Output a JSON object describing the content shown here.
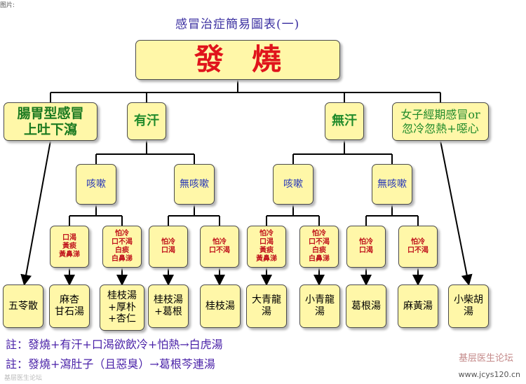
{
  "caption": "图片:",
  "title": "感冒治症簡易圖表(一)",
  "root": "發燒",
  "level1": {
    "gastro_line1": "腸胃型感冒",
    "gastro_line2": "上吐下瀉",
    "sweat": "有汗",
    "no_sweat": "無汗",
    "female_line1": "女子經期感冒or",
    "female_line2": "忽冷忽熱+噁心"
  },
  "level2": {
    "sweat_cough": "咳嗽",
    "sweat_no_cough": "無咳嗽",
    "nosweat_cough": "咳嗽",
    "nosweat_no_cough": "無咳嗽"
  },
  "symptoms": [
    [
      "口渴",
      "黃痰",
      "黃鼻涕"
    ],
    [
      "怕冷",
      "口不渴",
      "白痰",
      "白鼻涕"
    ],
    [
      "怕冷",
      "口渴"
    ],
    [
      "怕冷",
      "口不渴"
    ],
    [
      "怕冷",
      "口渴",
      "黃痰",
      "黃鼻涕"
    ],
    [
      "怕冷",
      "口不渴",
      "白痰",
      "白鼻涕"
    ],
    [
      "怕冷",
      "口渴"
    ],
    [
      "怕冷",
      "口不渴"
    ]
  ],
  "prescriptions": [
    [
      "五苓散"
    ],
    [
      "麻杏",
      "甘石湯"
    ],
    [
      "桂枝湯",
      "+厚朴",
      "+杏仁"
    ],
    [
      "桂枝湯",
      "+葛根"
    ],
    [
      "桂枝湯"
    ],
    [
      "大青龍",
      "湯"
    ],
    [
      "小青龍",
      "湯"
    ],
    [
      "葛根湯"
    ],
    [
      "麻黃湯"
    ],
    [
      "小柴胡",
      "湯"
    ]
  ],
  "notes": [
    "註：發燒+有汗+口渴欲飲冷+怕熱→白虎湯",
    "註：發燒+瀉肚子（且惡臭）→葛根芩連湯"
  ],
  "watermark": "基层医生论坛",
  "watermark_url": "www.jcys120.cn",
  "watermark_left": "基层医生论坛"
}
